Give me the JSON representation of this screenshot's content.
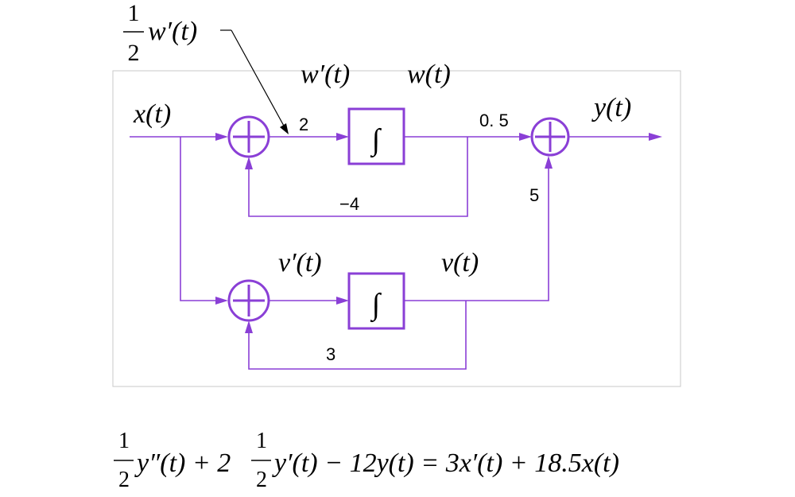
{
  "annotation": {
    "frac_num": "1",
    "frac_den": "2",
    "signal": "w′(t)"
  },
  "signals": {
    "x": "x(t)",
    "w_prime": "w′(t)",
    "w": "w(t)",
    "y": "y(t)",
    "v_prime": "v′(t)",
    "v": "v(t)"
  },
  "gains": {
    "g_top_sum": "2",
    "g_top_out": "0. 5",
    "g_top_feedback": "−4",
    "g_bottom_out": "5",
    "g_bottom_feedback": "3"
  },
  "blocks": {
    "integrator_symbol": "∫"
  },
  "equation": {
    "frac1_num": "1",
    "frac1_den": "2",
    "term1": "y″(t) + 2",
    "frac2_num": "1",
    "frac2_den": "2",
    "term2": "y′(t) − 12y(t) = 3x′(t) + 18.5x(t)"
  },
  "colors": {
    "wire": "#8a3fd6",
    "frame": "#c8c8c8"
  }
}
